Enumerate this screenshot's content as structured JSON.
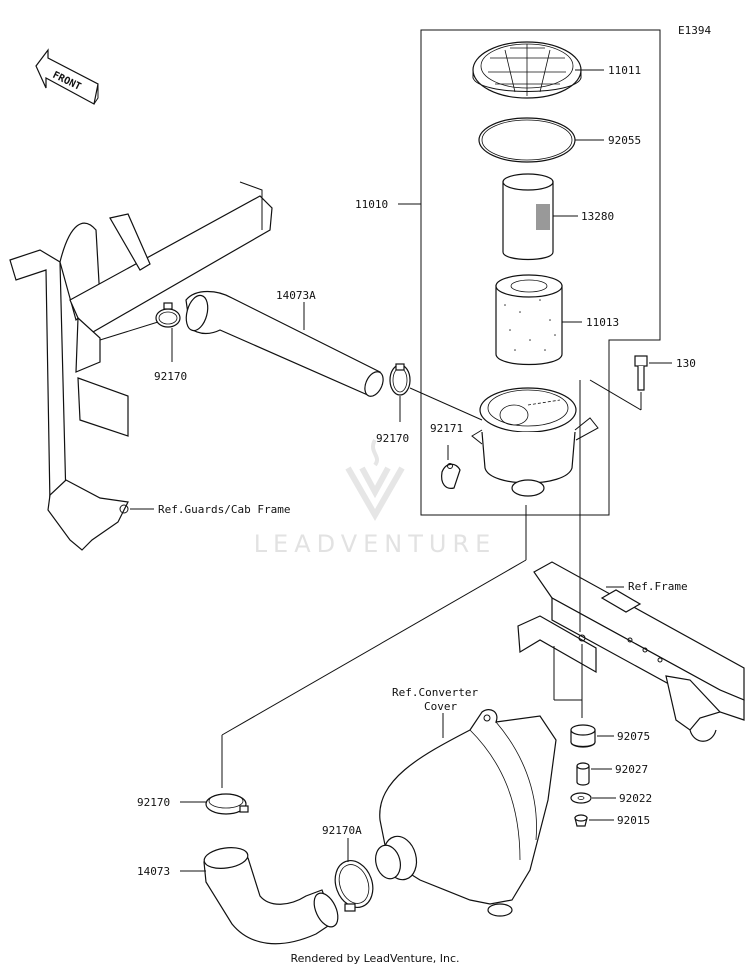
{
  "diagram_code": "E1394",
  "front_label": "FRONT",
  "watermark": "LEADVENTURE",
  "footer": "Rendered by LeadVenture, Inc.",
  "parts": [
    {
      "id": "11011",
      "label": "11011"
    },
    {
      "id": "92055",
      "label": "92055"
    },
    {
      "id": "11010",
      "label": "11010"
    },
    {
      "id": "13280",
      "label": "13280"
    },
    {
      "id": "11013",
      "label": "11013"
    },
    {
      "id": "130",
      "label": "130"
    },
    {
      "id": "14073A",
      "label": "14073A"
    },
    {
      "id": "92170_a",
      "label": "92170"
    },
    {
      "id": "92170_b",
      "label": "92170"
    },
    {
      "id": "92171",
      "label": "92171"
    },
    {
      "id": "92170_c",
      "label": "92170"
    },
    {
      "id": "92170A",
      "label": "92170A"
    },
    {
      "id": "14073",
      "label": "14073"
    },
    {
      "id": "92075",
      "label": "92075"
    },
    {
      "id": "92027",
      "label": "92027"
    },
    {
      "id": "92022",
      "label": "92022"
    },
    {
      "id": "92015",
      "label": "92015"
    }
  ],
  "references": {
    "guards": "Ref.Guards/Cab Frame",
    "frame": "Ref.Frame",
    "converter_line1": "Ref.Converter",
    "converter_line2": "Cover"
  }
}
